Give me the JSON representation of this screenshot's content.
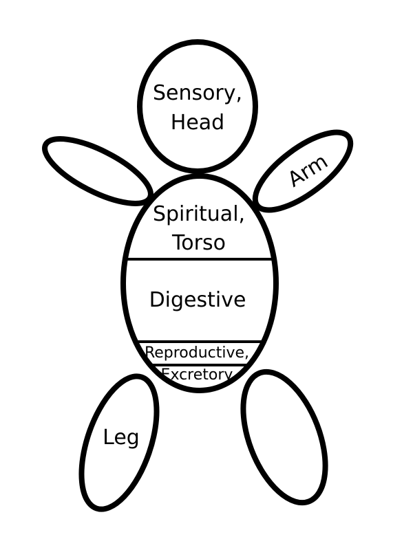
{
  "diagram": {
    "head": {
      "line1": "Sensory,",
      "line2": "Head"
    },
    "torso": {
      "upper": {
        "line1": "Spiritual,",
        "line2": "Torso"
      },
      "middle": {
        "label": "Digestive"
      },
      "lower": {
        "line1": "Reproductive,",
        "line2": "Excretory"
      }
    },
    "right_arm": {
      "label": "Arm"
    },
    "left_leg": {
      "label": "Leg"
    }
  },
  "colors": {
    "stroke": "#000000",
    "fill": "#ffffff"
  }
}
